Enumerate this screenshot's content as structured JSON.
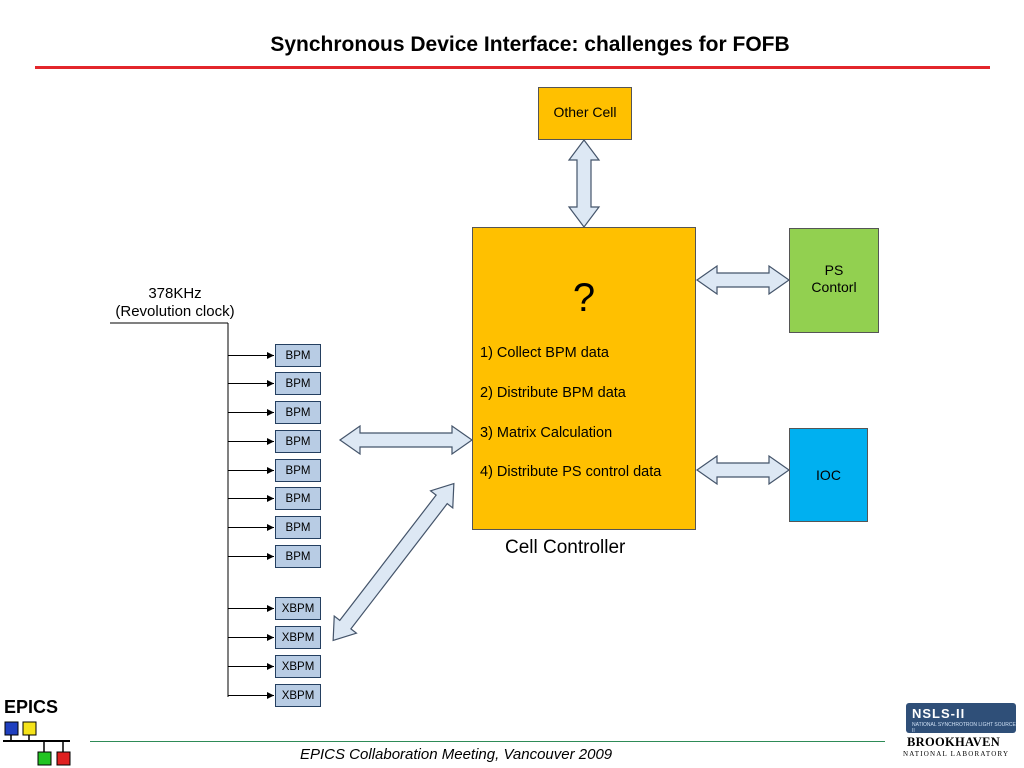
{
  "title": "Synchronous Device Interface: challenges for FOFB",
  "boxes": {
    "other_cell": "Other Cell",
    "ps_control": "PS\nContorl",
    "ioc": "IOC"
  },
  "cell_controller": {
    "question": "?",
    "steps": [
      "1) Collect BPM data",
      "2) Distribute BPM data",
      "3) Matrix Calculation",
      "4) Distribute PS control data"
    ],
    "caption": "Cell Controller"
  },
  "clock": {
    "line1": "378KHz",
    "line2": "(Revolution clock)"
  },
  "devices": [
    "BPM",
    "BPM",
    "BPM",
    "BPM",
    "BPM",
    "BPM",
    "BPM",
    "BPM",
    "XBPM",
    "XBPM",
    "XBPM",
    "XBPM"
  ],
  "colors": {
    "title_rule": "#e3262b",
    "cell_box": "#ffc000",
    "ps_box": "#92d050",
    "ioc_box": "#00b0f0",
    "device_box": "#b8cce4",
    "arrow_fill": "#dde8f4"
  },
  "logo": {
    "epics": "EPICS",
    "nsls": "NSLS-II",
    "nsls_sub": "NATIONAL SYNCHROTRON LIGHT SOURCE II",
    "bnl": "BROOKHAVEN",
    "bnl_sub": "NATIONAL LABORATORY"
  },
  "footer": "EPICS Collaboration Meeting, Vancouver 2009"
}
